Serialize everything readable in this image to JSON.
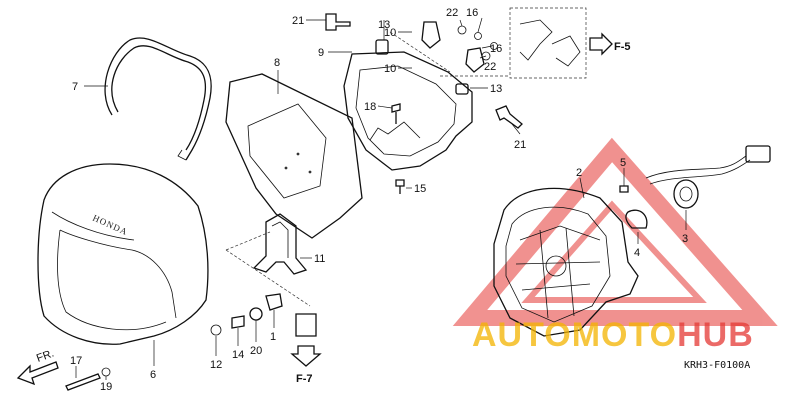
{
  "diagram_code": "KRH3-F0100A",
  "watermark": {
    "part1": "AUTO",
    "part2": "MOTO",
    "part3": "HUB",
    "color1": "#f4b400",
    "color2": "#e53935"
  },
  "brand_text": "HONDA",
  "direction_label": "FR.",
  "refs": {
    "f5": "F-5",
    "f7": "F-7"
  },
  "callouts": [
    "1",
    "2",
    "3",
    "4",
    "5",
    "6",
    "7",
    "8",
    "9",
    "10",
    "10",
    "11",
    "12",
    "13",
    "13",
    "14",
    "15",
    "16",
    "16",
    "17",
    "18",
    "19",
    "20",
    "21",
    "21",
    "22",
    "22"
  ]
}
